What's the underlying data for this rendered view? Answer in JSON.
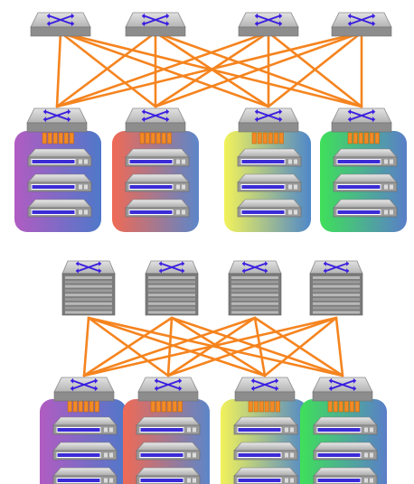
{
  "colors": {
    "link": "#f5841f",
    "switch_top": "#c9c9c9",
    "switch_front": "#8d8d8d",
    "arrow": "#3a1ee0",
    "server_body": "#9a9a9a",
    "server_light": "#d6d6d6",
    "server_stripe": "#3b2bd6",
    "uplink_ports": "#f28a25"
  },
  "icons": {
    "switch": "network-switch-icon",
    "chassis": "chassis-switch-icon",
    "server": "server-icon"
  },
  "diagrams": [
    {
      "name": "leaf-spine-fabric-top",
      "spine_kind": "switch",
      "spine_count": 4,
      "racks": [
        {
          "gradient": [
            "#b15cc2",
            "#4f78c9"
          ]
        },
        {
          "gradient": [
            "#f06a55",
            "#5c86c9"
          ]
        },
        {
          "gradient": [
            "#f2f25a",
            "#4f88c9"
          ]
        },
        {
          "gradient": [
            "#3fe05a",
            "#5a7ec9"
          ]
        }
      ],
      "servers_per_rack": 3,
      "full_mesh": true
    },
    {
      "name": "leaf-spine-fabric-bottom",
      "spine_kind": "chassis",
      "spine_count": 4,
      "racks": [
        {
          "gradient": [
            "#b15cc2",
            "#4f78c9"
          ]
        },
        {
          "gradient": [
            "#f06a55",
            "#5c86c9"
          ]
        },
        {
          "gradient": [
            "#f2f25a",
            "#4f88c9"
          ]
        },
        {
          "gradient": [
            "#3fe05a",
            "#5a7ec9"
          ]
        }
      ],
      "servers_per_rack": 3,
      "full_mesh": true
    }
  ]
}
